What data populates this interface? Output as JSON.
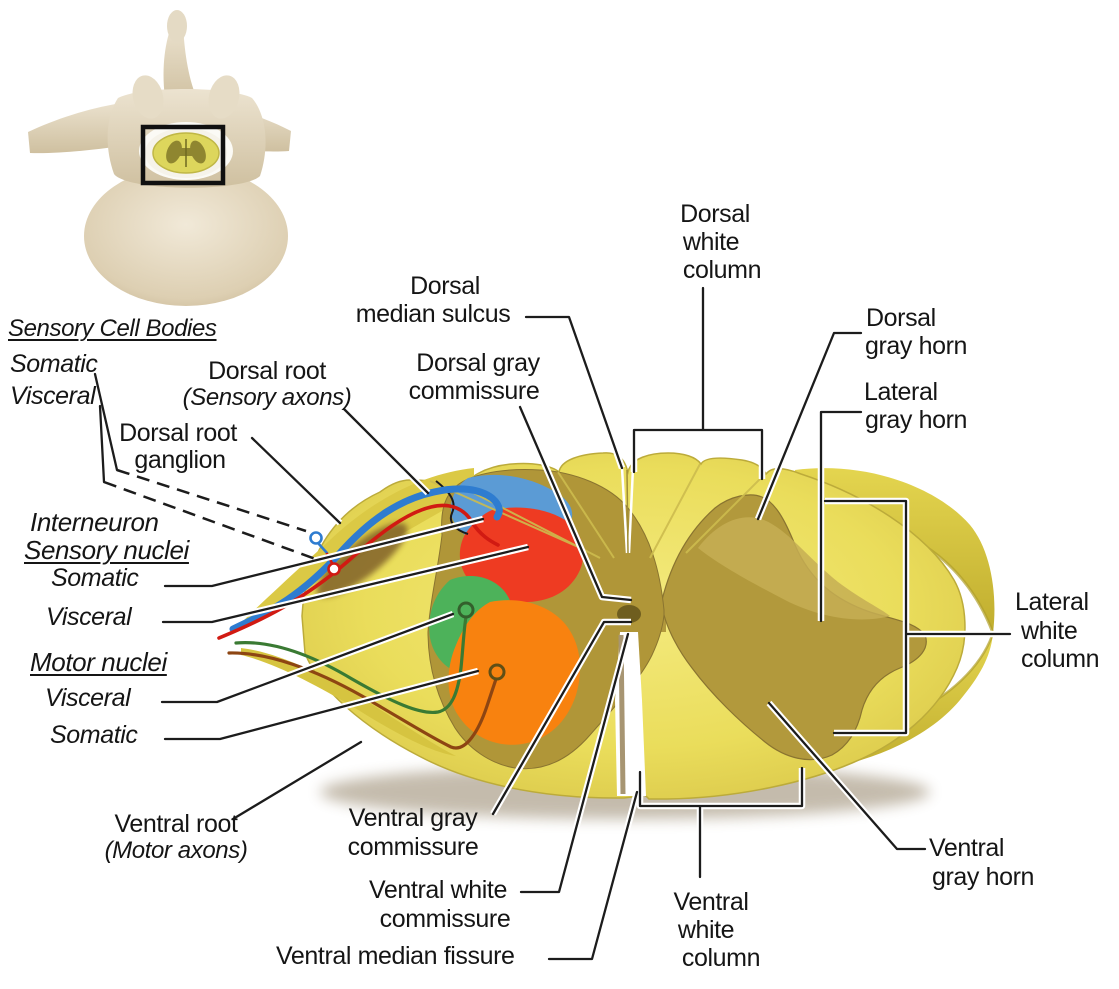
{
  "labels": {
    "sensory_cell_bodies": "Sensory Cell Bodies",
    "scb_somatic": "Somatic",
    "scb_visceral": "Visceral",
    "dorsal_root_1": "Dorsal root",
    "dorsal_root_2": "(Sensory axons)",
    "drg_1": "Dorsal root",
    "drg_2": "ganglion",
    "interneuron": "Interneuron",
    "sensory_nuclei": "Sensory nuclei",
    "sn_somatic": "Somatic",
    "sn_visceral": "Visceral",
    "motor_nuclei": "Motor nuclei",
    "mn_visceral": "Visceral",
    "mn_somatic": "Somatic",
    "ventral_root_1": "Ventral root",
    "ventral_root_2": "(Motor axons)",
    "dms_1": "Dorsal",
    "dms_2": "median sulcus",
    "dgc_1": "Dorsal gray",
    "dgc_2": "commissure",
    "dwc_1": "Dorsal",
    "dwc_2": "white",
    "dwc_3": "column",
    "dgh_1": "Dorsal",
    "dgh_2": "gray horn",
    "lgh_1": "Lateral",
    "lgh_2": "gray horn",
    "lwc_1": "Lateral",
    "lwc_2": "white",
    "lwc_3": "column",
    "vgh_1": "Ventral",
    "vgh_2": "gray horn",
    "vwcol_1": "Ventral",
    "vwcol_2": "white",
    "vwcol_3": "column",
    "vgc_1": "Ventral gray",
    "vgc_2": "commissure",
    "vwcom_1": "Ventral white",
    "vwcom_2": "commissure",
    "vmf": "Ventral median fissure"
  },
  "colors": {
    "somatic_sensory_nucleus": "#5b9bd5",
    "visceral_sensory_nucleus": "#ee3b22",
    "visceral_motor_nucleus": "#4db25a",
    "somatic_motor_nucleus": "#f8820f",
    "white_matter": "#ecdf5f",
    "gray_matter": "#b2993c",
    "sensory_axon_blue": "#2e7cd0",
    "sensory_axon_red": "#d11a12",
    "motor_axon_green": "#3a7a33",
    "motor_axon_brown": "#8d4512"
  }
}
